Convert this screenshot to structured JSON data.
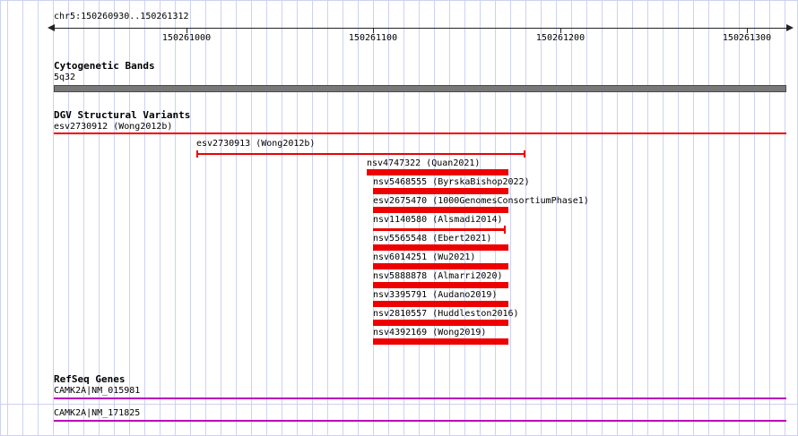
{
  "colors": {
    "feature_red": "#EE0000",
    "gene_magenta": "#BB00BB",
    "band_gray": "#787878",
    "grid_blue": "#CDD2F2",
    "axis_dark": "#222222"
  },
  "ruler": {
    "region": "chr5:150260930..150261312",
    "ticks": [
      "150261000",
      "150261100",
      "150261200",
      "150261300"
    ]
  },
  "cytobands": {
    "title": "Cytogenetic Bands",
    "band": "5q32"
  },
  "dgv": {
    "title": "DGV Structural Variants",
    "overflow_variant": "esv2730912 (Wong2012b)",
    "range_variant": "esv2730913 (Wong2012b)",
    "variants": [
      "nsv4747322 (Quan2021)",
      "nsv5468555 (ByrskaBishop2022)",
      "esv2675470 (1000GenomesConsortiumPhase1)",
      "nsv1140580 (Alsmadi2014)",
      "nsv5565548 (Ebert2021)",
      "nsv6014251 (Wu2021)",
      "nsv5888878 (Almarri2020)",
      "nsv3395791 (Audano2019)",
      "nsv2810557 (Huddleston2016)",
      "nsv4392169 (Wong2019)"
    ]
  },
  "refseq": {
    "title": "RefSeq Genes",
    "genes": [
      "CAMK2A|NM_015981",
      "CAMK2A|NM_171825"
    ]
  }
}
